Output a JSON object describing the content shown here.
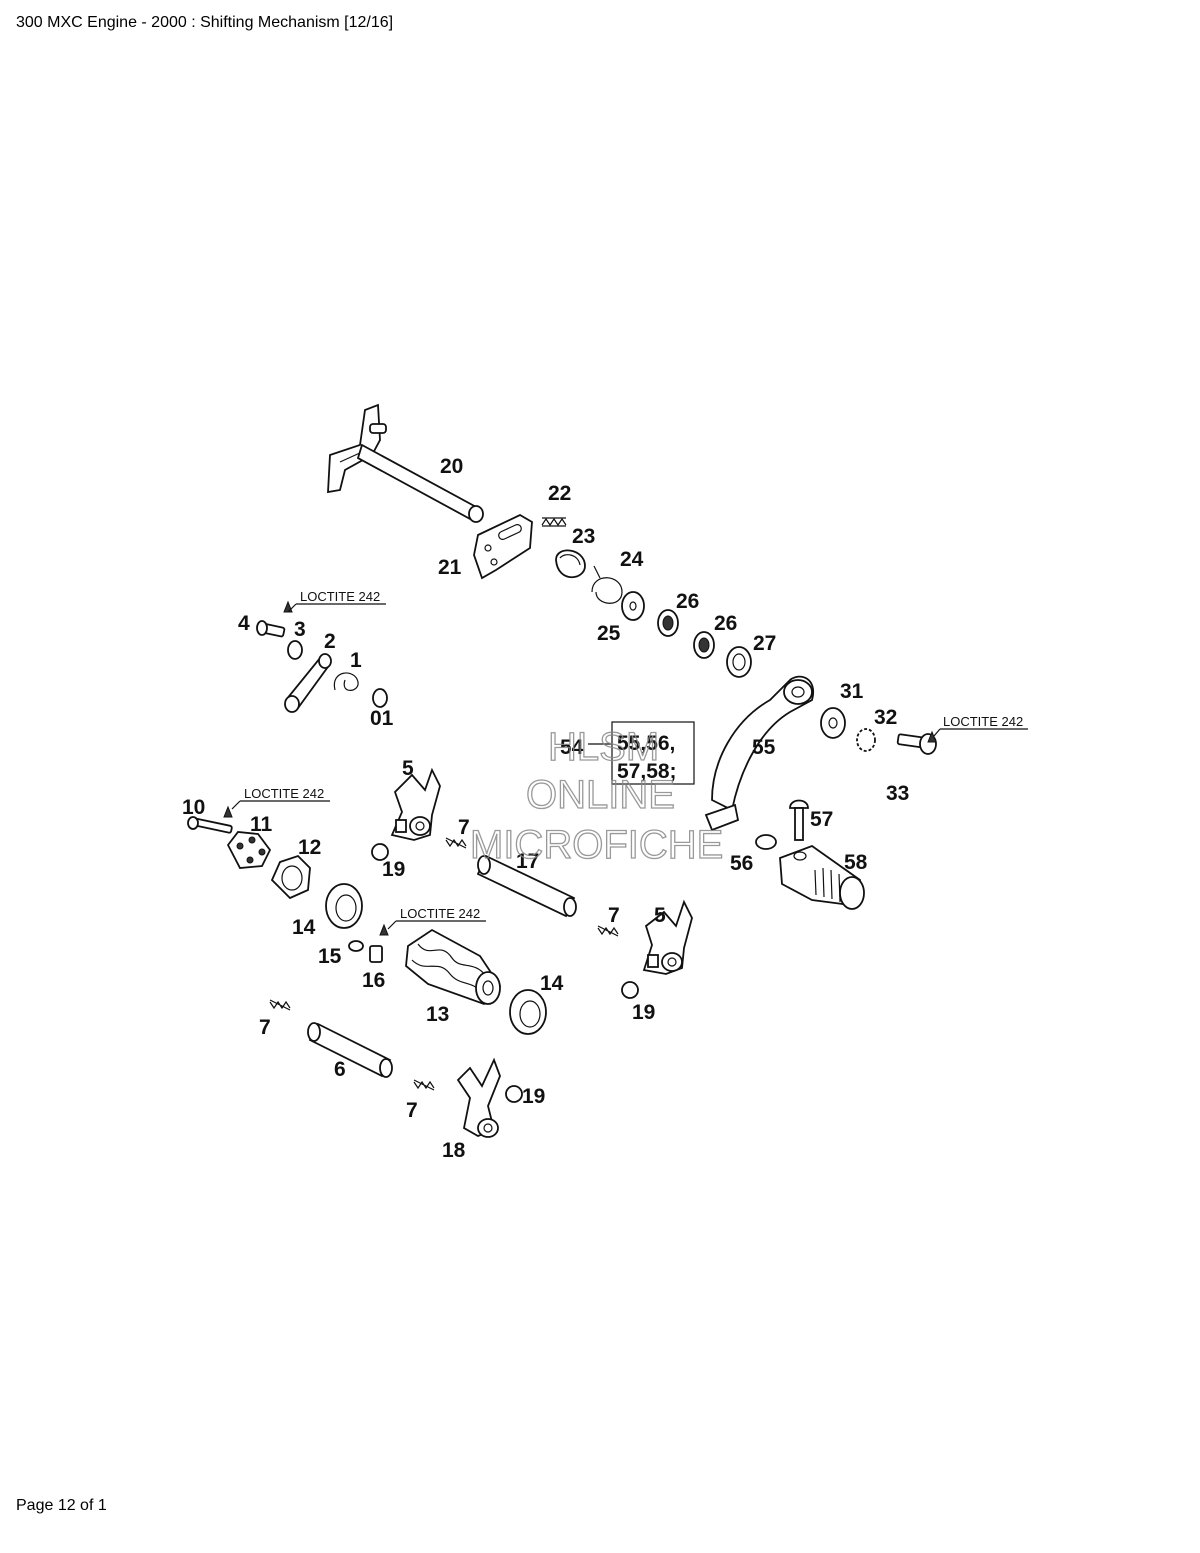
{
  "header": {
    "title": "300 MXC Engine - 2000 : Shifting Mechanism [12/16]"
  },
  "footer": {
    "page": "Page 12 of 1"
  },
  "watermark": {
    "line1": "HLSM",
    "line2": "ONLINE",
    "line3": "MICROFICHE"
  },
  "callout_box": {
    "line1": "55,56,",
    "line2": "57,58;"
  },
  "notes": {
    "loctite": "LOCTITE 242"
  },
  "labels": {
    "p20": "20",
    "p21": "21",
    "p22": "22",
    "p23": "23",
    "p24": "24",
    "p25": "25",
    "p26a": "26",
    "p26b": "26",
    "p27": "27",
    "p4": "4",
    "p3": "3",
    "p2": "2",
    "p1": "1",
    "p01": "01",
    "p31": "31",
    "p32": "32",
    "p33": "33",
    "p54": "54",
    "p55": "55",
    "p5a": "5",
    "p10": "10",
    "p11": "11",
    "p12": "12",
    "p7a": "7",
    "p17": "17",
    "p19a": "19",
    "p57": "57",
    "p56": "56",
    "p58": "58",
    "p14a": "14",
    "p15": "15",
    "p16": "16",
    "p13": "13",
    "p14b": "14",
    "p7b": "7",
    "p5b": "5",
    "p19b": "19",
    "p7c": "7",
    "p6": "6",
    "p7d": "7",
    "p19c": "19",
    "p18": "18"
  }
}
